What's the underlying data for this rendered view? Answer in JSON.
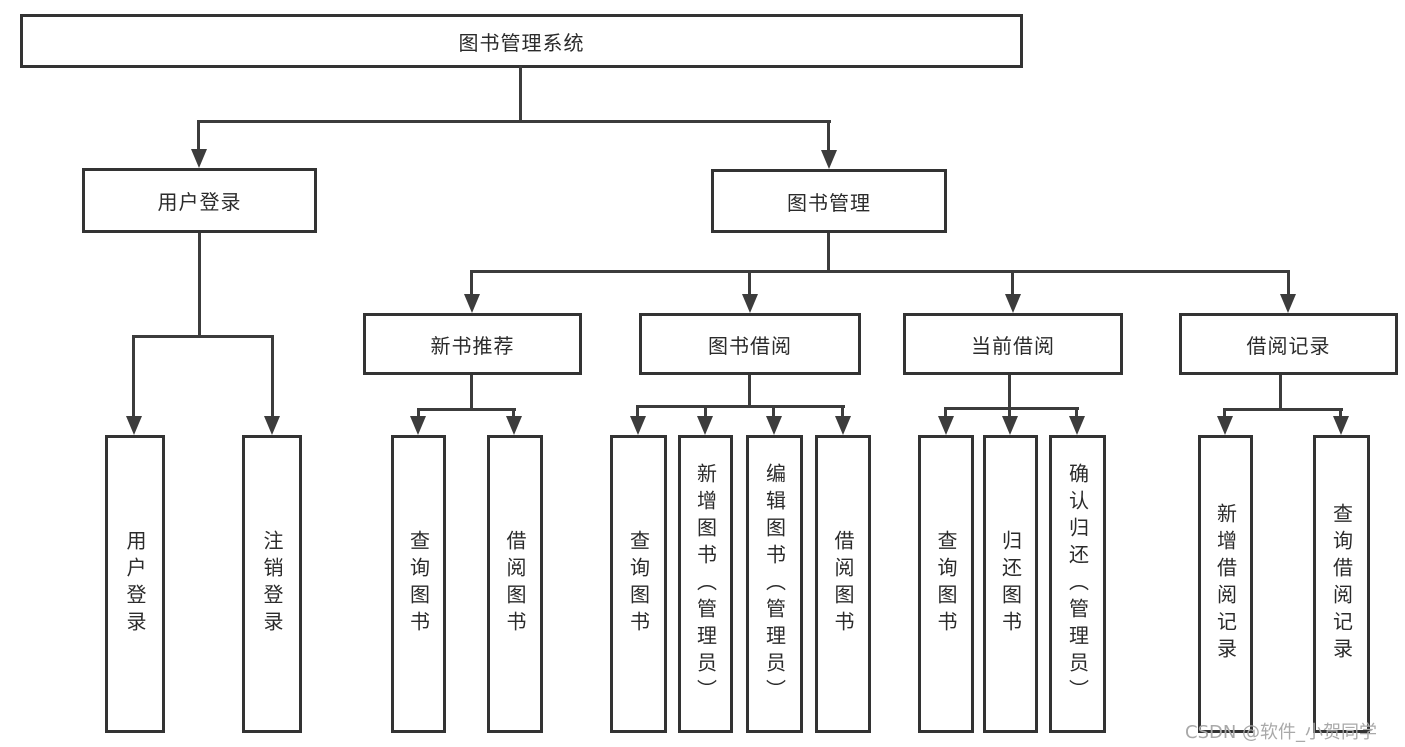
{
  "diagram": {
    "root": "图书管理系统",
    "level2": [
      "用户登录",
      "图书管理"
    ],
    "level3": [
      "新书推荐",
      "图书借阅",
      "当前借阅",
      "借阅记录"
    ],
    "leaves": [
      "用户登录",
      "注销登录",
      "查询图书",
      "借阅图书",
      "查询图书",
      "新增图书（管理员）",
      "编辑图书（管理员）",
      "借阅图书",
      "查询图书",
      "归还图书",
      "确认归还（管理员）",
      "新增借阅记录",
      "查询借阅记录"
    ]
  },
  "watermark": "CSDN @软件_小贺同学",
  "colors": {
    "line": "#3c3c3c",
    "box_border": "#333333",
    "text": "#2b2b2b",
    "watermark": "#a9a9a9",
    "background": "#ffffff"
  }
}
